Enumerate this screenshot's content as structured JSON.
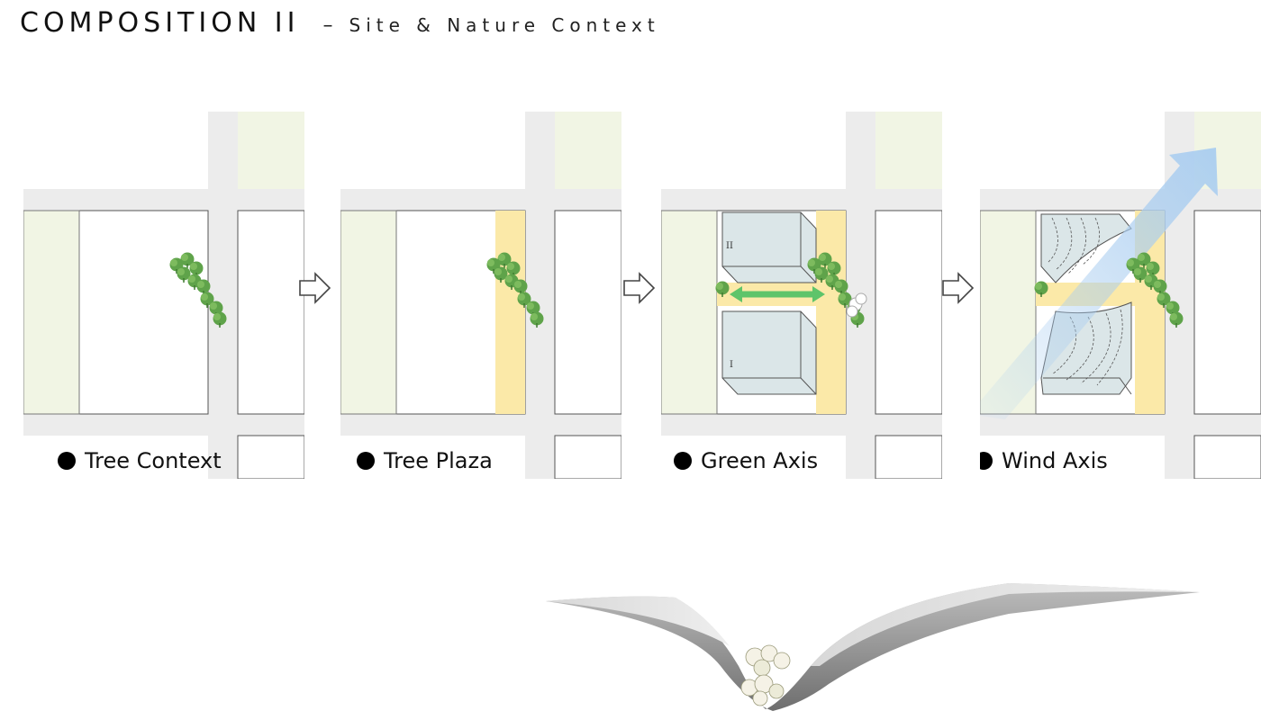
{
  "header": {
    "title": "COMPOSITION II",
    "separator": "–",
    "subtitle": "Site & Nature Context"
  },
  "panels": [
    {
      "caption": "Tree Context"
    },
    {
      "caption": "Tree Plaza"
    },
    {
      "caption": "Green Axis",
      "block_upper_label": "II",
      "block_lower_label": "I"
    },
    {
      "caption": "Wind Axis"
    }
  ],
  "colors": {
    "road": "#ececec",
    "park": "#f1f5e4",
    "plaza": "#fbe9a8",
    "block": "#dbe6e8",
    "tree": "#5fa34a",
    "green_axis": "#5ec46a",
    "wind": "#a9cdf0"
  }
}
